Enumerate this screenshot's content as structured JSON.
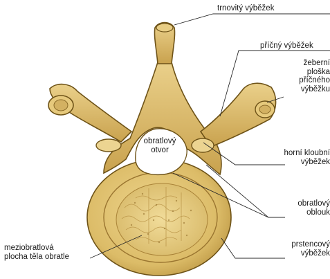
{
  "figure": {
    "labels": {
      "spinous_process": "trnovitý výběžek",
      "transverse_process": "příčný výběžek",
      "costal_facet": [
        "žeberní",
        "ploška",
        "příčného",
        "výběžku"
      ],
      "vertebral_foramen": [
        "obratlový",
        "otvor"
      ],
      "superior_articular_process": [
        "horní kloubní",
        "výběžek"
      ],
      "vertebral_arch": [
        "obratlový",
        "oblouk"
      ],
      "epiphyseal_ring": [
        "prstencový",
        "výběžek"
      ],
      "intervertebral_surface": [
        "meziobratlová",
        "plocha těla obratle"
      ]
    },
    "colors": {
      "bone_fill": "#e0c274",
      "bone_stroke": "#6e5318",
      "bone_shadow": "#b48f3e",
      "leader_line": "#2a2a2a"
    }
  }
}
